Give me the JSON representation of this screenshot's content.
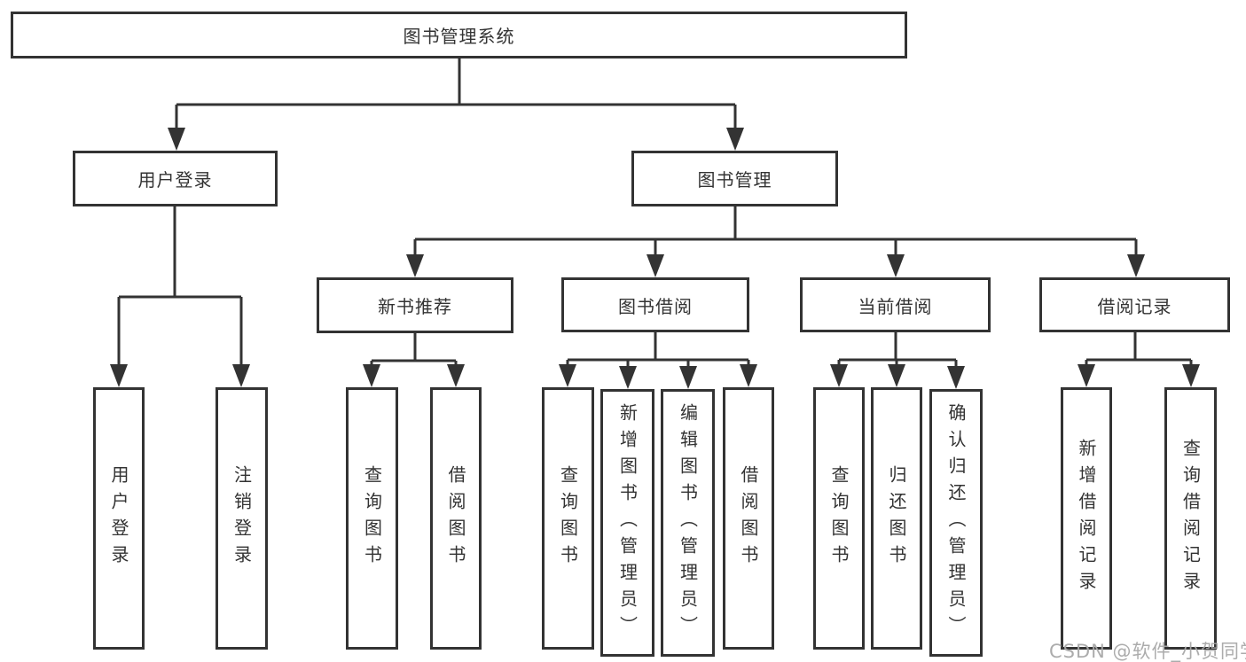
{
  "diagram": {
    "nodes": {
      "root": "图书管理系统",
      "user_login": "用户登录",
      "book_mgmt": "图书管理",
      "new_book_rec": "新书推荐",
      "book_borrow": "图书借阅",
      "current_borrow": "当前借阅",
      "borrow_records": "借阅记录",
      "leaf_login": "用户登录",
      "leaf_logout": "注销登录",
      "leaf_nb_query": "查询图书",
      "leaf_nb_borrow": "借阅图书",
      "leaf_bb_query": "查询图书",
      "leaf_bb_add": "新增图书（管理员）",
      "leaf_bb_edit": "编辑图书（管理员）",
      "leaf_bb_borrow": "借阅图书",
      "leaf_cb_query": "查询图书",
      "leaf_cb_return": "归还图书",
      "leaf_cb_confirm": "确认归还（管理员）",
      "leaf_br_add": "新增借阅记录",
      "leaf_br_query": "查询借阅记录"
    },
    "structure": {
      "图书管理系统": [
        "用户登录",
        "图书管理"
      ],
      "用户登录": [
        "用户登录",
        "注销登录"
      ],
      "图书管理": [
        "新书推荐",
        "图书借阅",
        "当前借阅",
        "借阅记录"
      ],
      "新书推荐": [
        "查询图书",
        "借阅图书"
      ],
      "图书借阅": [
        "查询图书",
        "新增图书（管理员）",
        "编辑图书（管理员）",
        "借阅图书"
      ],
      "当前借阅": [
        "查询图书",
        "归还图书",
        "确认归还（管理员）"
      ],
      "借阅记录": [
        "新增借阅记录",
        "查询借阅记录"
      ]
    },
    "colors": {
      "line": "#333333",
      "text": "#333333",
      "box_background": "#ffffff",
      "page_background": "#ffffff",
      "watermark": "#a8a8a8"
    }
  },
  "watermark": "CSDN @软件_小贺同学"
}
